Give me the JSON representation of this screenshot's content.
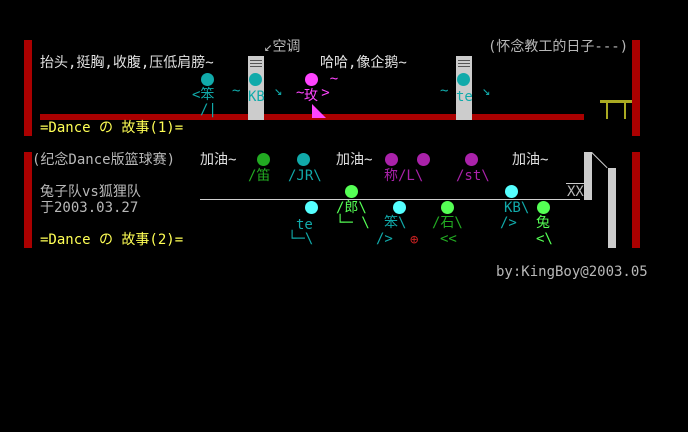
{
  "scene1": {
    "caption": "抬头,挺胸,收腹,压低肩膀~",
    "kongtiao": "空调",
    "penguin": "哈哈,像企鹅~",
    "title": "(怀念教工的日子---)",
    "story": "=Dance の 故事(1)=",
    "figures": [
      {
        "glyph": "<笨",
        "color": "#11aaaa"
      },
      {
        "glyph": "KB",
        "color": "#11aaaa"
      },
      {
        "glyph": "玫",
        "color": "#ff44ff"
      },
      {
        "glyph": "te",
        "color": "#11aaaa"
      }
    ]
  },
  "scene2": {
    "title": "(纪念Dance版篮球赛)",
    "cheer1": "加油~",
    "cheer2": "加油~",
    "cheer3": "加油~",
    "team": "兔子队vs狐狸队",
    "date": "于2003.03.27",
    "story": "=Dance の 故事(2)=",
    "crowd": [
      {
        "glyph": "/笛",
        "color": "#22aa22"
      },
      {
        "glyph": "/JR\\",
        "color": "#11aaaa"
      },
      {
        "glyph": "称/L\\",
        "color": "#aa22aa"
      },
      {
        "glyph": "/st\\",
        "color": "#aa22aa"
      }
    ],
    "players": [
      {
        "glyph": "te",
        "color": "#11aaaa"
      },
      {
        "glyph": "/郎\\",
        "color": "#55ff55"
      },
      {
        "glyph": "笨\\",
        "color": "#11aaaa"
      },
      {
        "glyph": "/石\\",
        "color": "#22aa22"
      },
      {
        "glyph": "KB\\",
        "color": "#11aaaa"
      },
      {
        "glyph": "兔",
        "color": "#55ff55"
      }
    ],
    "hoop_label": "XX"
  },
  "signature": "by:KingBoy@2003.05"
}
